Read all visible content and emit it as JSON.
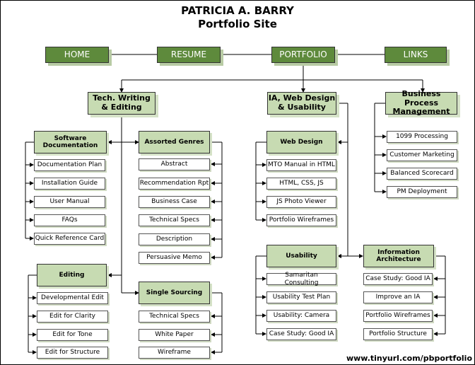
{
  "title": "PATRICIA A. BARRY",
  "subtitle": "Portfolio Site",
  "nav": {
    "home": "HOME",
    "resume": "RESUME",
    "portfolio": "PORTFOLIO",
    "links": "LINKS"
  },
  "categories": {
    "tech": "Tech. Writing & Editing",
    "ia": "IA, Web Design & Usability",
    "bpm": "Business Process Management"
  },
  "software_documentation": {
    "label": "Software Documentation",
    "items": [
      "Documentation Plan",
      "Installation Guide",
      "User Manual",
      "FAQs",
      "Quick Reference Card"
    ]
  },
  "assorted_genres": {
    "label": "Assorted Genres",
    "items": [
      "Abstract",
      "Recommendation Rpt",
      "Business Case",
      "Technical Specs",
      "Description",
      "Persuasive Memo"
    ]
  },
  "editing": {
    "label": "Editing",
    "items": [
      "Developmental Edit",
      "Edit for Clarity",
      "Edit for Tone",
      "Edit for Structure"
    ]
  },
  "single_sourcing": {
    "label": "Single Sourcing",
    "items": [
      "Technical Specs",
      "White Paper",
      "Wireframe"
    ]
  },
  "web_design": {
    "label": "Web Design",
    "items": [
      "MTO Manual in HTML",
      "HTML, CSS, JS",
      "JS Photo Viewer",
      "Portfolio Wireframes"
    ]
  },
  "usability": {
    "label": "Usability",
    "items": [
      "Samaritan Consulting",
      "Usability Test Plan",
      "Usability: Camera",
      "Case Study: Good IA"
    ]
  },
  "information_architecture": {
    "label": "Information Architecture",
    "items": [
      "Case Study: Good IA",
      "Improve an IA",
      "Portfolio Wireframes",
      "Portfolio Structure"
    ]
  },
  "business_process": {
    "items": [
      "1099 Processing",
      "Customer Marketing",
      "Balanced Scorecard",
      "PM Deployment"
    ]
  },
  "footer_url": "www.tinyurl.com/pbportfolio"
}
